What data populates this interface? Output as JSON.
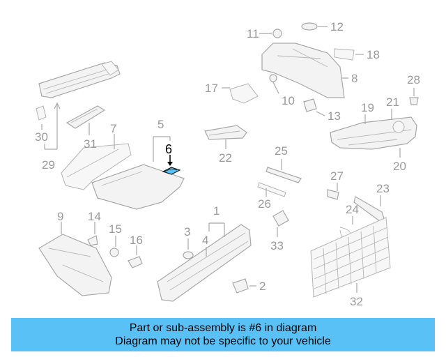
{
  "diagram": {
    "highlighted_part": "6",
    "callouts": {
      "c1": "1",
      "c2": "2",
      "c3": "3",
      "c4": "4",
      "c5": "5",
      "c6": "6",
      "c7": "7",
      "c8": "8",
      "c9": "9",
      "c10": "10",
      "c11": "11",
      "c12": "12",
      "c13": "13",
      "c14": "14",
      "c15": "15",
      "c16": "16",
      "c17": "17",
      "c18": "18",
      "c19": "19",
      "c20": "20",
      "c21": "21",
      "c22": "22",
      "c23": "23",
      "c24": "24",
      "c25": "25",
      "c26": "26",
      "c27": "27",
      "c28": "28",
      "c29": "29",
      "c30": "30",
      "c31": "31",
      "c32": "32",
      "c33": "33"
    },
    "colors": {
      "banner": "#5ac1f7",
      "highlight": "#5ac1f7",
      "line": "#a8a8a8",
      "callout_text": "#9a9a9a"
    }
  },
  "banner": {
    "line1": "Part or sub-assembly is #6 in diagram",
    "line2": "Diagram may not be specific to your vehicle"
  }
}
